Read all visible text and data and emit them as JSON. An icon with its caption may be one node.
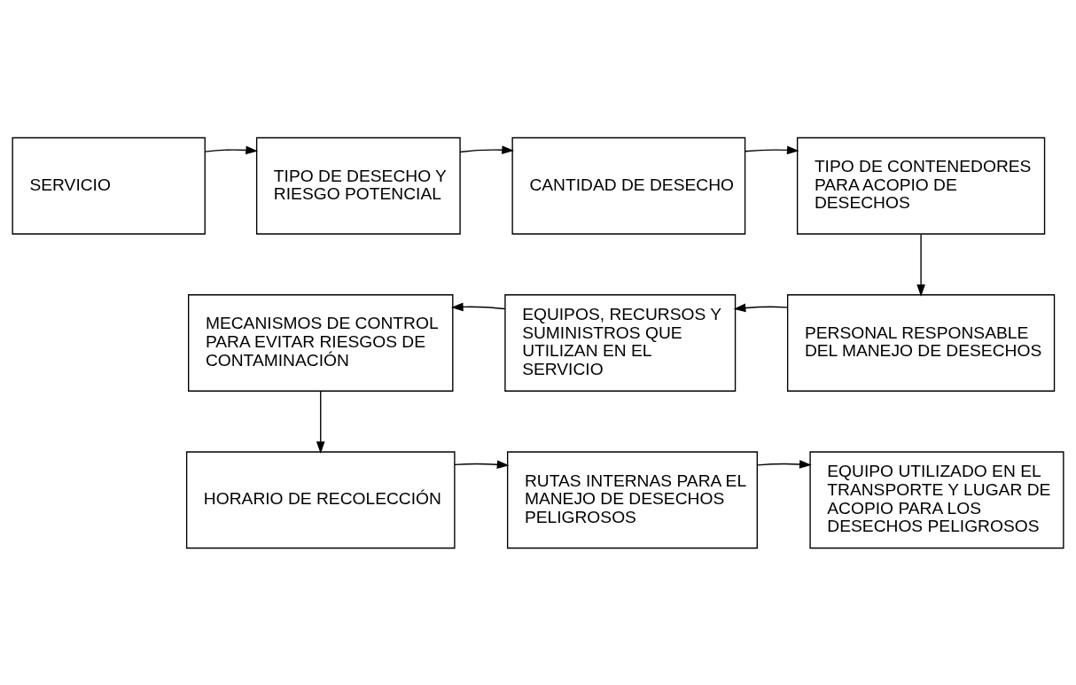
{
  "diagram": {
    "nodes": [
      {
        "text": [
          "SERVICIO"
        ]
      },
      {
        "text": [
          "TIPO DE DESECHO Y RIESGO POTENCIAL"
        ]
      },
      {
        "text": [
          "CANTIDAD DE DESECHO"
        ]
      },
      {
        "text": [
          "TIPO DE CONTENEDORES PARA ACOPIO DE DESECHOS"
        ]
      },
      {
        "text": [
          "PERSONAL RESPONSABLE DEL MANEJO DE DESECHOS"
        ]
      },
      {
        "text": [
          "EQUIPOS, RECURSOS Y SUMINISTROS QUE UTILIZAN EN EL SERVICIO"
        ]
      },
      {
        "text": [
          "MECANISMOS DE CONTROL PARA EVITAR RIESGOS DE CONTAMINACIÓN"
        ]
      },
      {
        "text": [
          "HORARIO DE RECOLECCIÓN"
        ]
      },
      {
        "text": [
          "RUTAS INTERNAS PARA EL MANEJO DE DESECHOS PELIGROSOS"
        ]
      },
      {
        "text": [
          "EQUIPO UTILIZADO EN EL TRANSPORTE Y LUGAR DE ACOPIO PARA LOS DESECHOS PELIGROSOS"
        ]
      }
    ],
    "edges": [
      {
        "from": 0,
        "to": 1,
        "arrow": "to"
      },
      {
        "from": 1,
        "to": 2,
        "arrow": "to"
      },
      {
        "from": 2,
        "to": 3,
        "arrow": "to"
      },
      {
        "from": 3,
        "to": 4,
        "arrow": "to"
      },
      {
        "from": 4,
        "to": 5,
        "arrow": "to"
      },
      {
        "from": 5,
        "to": 6,
        "arrow": "to"
      },
      {
        "from": 6,
        "to": 7,
        "arrow": "to"
      },
      {
        "from": 7,
        "to": 8,
        "arrow": "to"
      },
      {
        "from": 8,
        "to": 9,
        "arrow": "to"
      }
    ]
  }
}
